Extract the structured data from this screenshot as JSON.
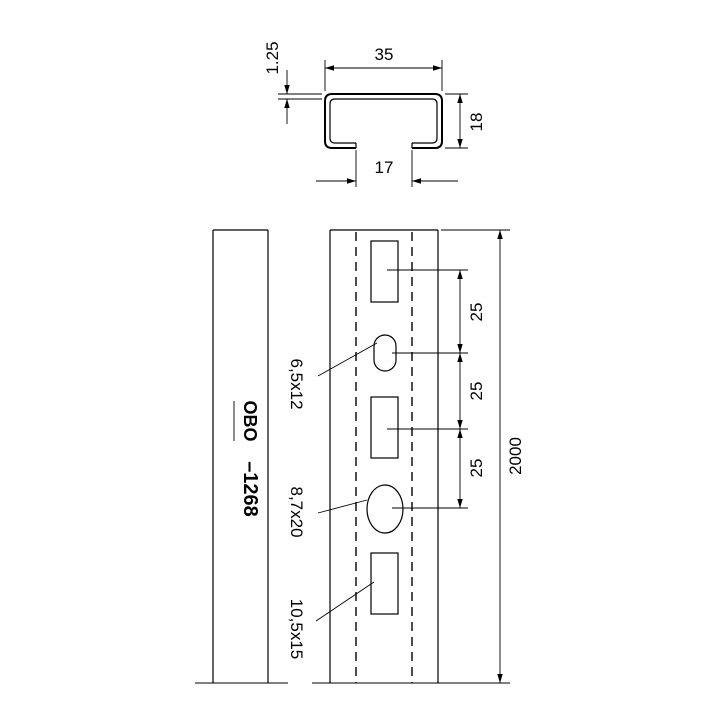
{
  "cross_section": {
    "thickness": "1.25",
    "width": "35",
    "height": "18",
    "slot_opening": "17"
  },
  "elevation": {
    "spacing_1": "25",
    "spacing_2": "25",
    "spacing_3": "25",
    "length": "2000",
    "hole_small": "6,5x12",
    "hole_medium": "8,7x20",
    "hole_large": "10,5x15"
  },
  "marking": {
    "brand": "OBO",
    "code": "–1268"
  },
  "colors": {
    "line": "#000000",
    "background": "#ffffff"
  }
}
